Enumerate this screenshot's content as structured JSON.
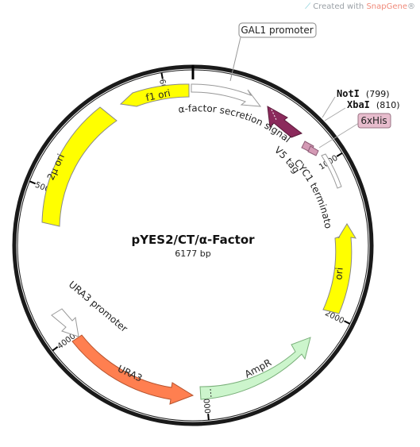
{
  "watermark": {
    "prefix": "Created with ",
    "brand": "SnapGene",
    "mark": "®"
  },
  "plasmid": {
    "name": "pYES2/CT/α-Factor",
    "size_label": "6177 bp",
    "length_bp": 6177
  },
  "ticks": [
    {
      "label": "1000",
      "bp": 1000
    },
    {
      "label": "2000",
      "bp": 2000
    },
    {
      "label": "3000",
      "bp": 3000
    },
    {
      "label": "4000",
      "bp": 4000
    },
    {
      "label": "5000",
      "bp": 5000
    },
    {
      "label": "6000",
      "bp": 6000
    }
  ],
  "features": [
    {
      "id": "gal1",
      "name": "GAL1 promoter",
      "type": "promoter",
      "color": "#ffffff",
      "label_style": "callout"
    },
    {
      "id": "alpha",
      "name": "α-factor secretion signal",
      "type": "cds",
      "color": "#8b2a5c",
      "label_style": "curved"
    },
    {
      "id": "v5",
      "name": "V5 tag",
      "type": "tag",
      "color": "#d49ab5",
      "label_style": "curved"
    },
    {
      "id": "his",
      "name": "6xHis",
      "type": "tag",
      "color": "#d49ab5",
      "label_style": "boxed"
    },
    {
      "id": "cyc1",
      "name": "CYC1 terminator",
      "type": "terminator",
      "color": "#ffffff",
      "label_style": "curved"
    },
    {
      "id": "ori",
      "name": "ori",
      "type": "rep_origin",
      "color": "#ffff00",
      "label_style": "inside"
    },
    {
      "id": "ampr",
      "name": "AmpR",
      "type": "cds",
      "color": "#ccf5cc",
      "label_style": "inside"
    },
    {
      "id": "ura3",
      "name": "URA3",
      "type": "cds",
      "color": "#ff7f50",
      "label_style": "inside"
    },
    {
      "id": "ura3p",
      "name": "URA3 promoter",
      "type": "promoter",
      "color": "#ffffff",
      "label_style": "curved"
    },
    {
      "id": "2mu",
      "name": "2μ ori",
      "type": "rep_origin",
      "color": "#ffff00",
      "label_style": "inside"
    },
    {
      "id": "f1",
      "name": "f1 ori",
      "type": "rep_origin",
      "color": "#ffff00",
      "label_style": "inside"
    }
  ],
  "sites": [
    {
      "name": "NotI",
      "position": "(799)"
    },
    {
      "name": "XbaI",
      "position": "(810)"
    }
  ]
}
